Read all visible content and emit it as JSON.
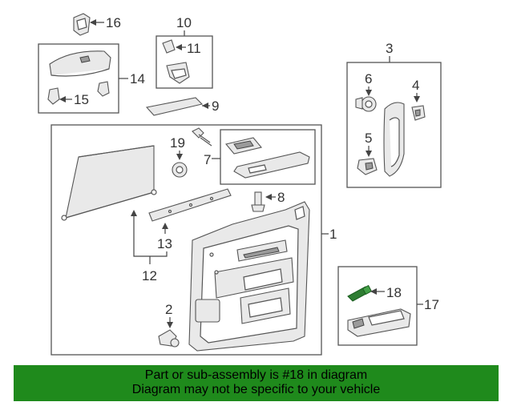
{
  "callouts": {
    "c1": "1",
    "c2": "2",
    "c3": "3",
    "c4": "4",
    "c5": "5",
    "c6": "6",
    "c7": "7",
    "c8": "8",
    "c9": "9",
    "c10": "10",
    "c11": "11",
    "c12": "12",
    "c13": "13",
    "c14": "14",
    "c15": "15",
    "c16": "16",
    "c17": "17",
    "c18": "18",
    "c19": "19"
  },
  "highlight": {
    "part": "18",
    "color": "#2e7d32"
  },
  "banner": {
    "line1": "Part or sub-assembly is #18 in diagram",
    "line2": "Diagram may not be specific to your vehicle",
    "background": "#1f8a1c"
  }
}
